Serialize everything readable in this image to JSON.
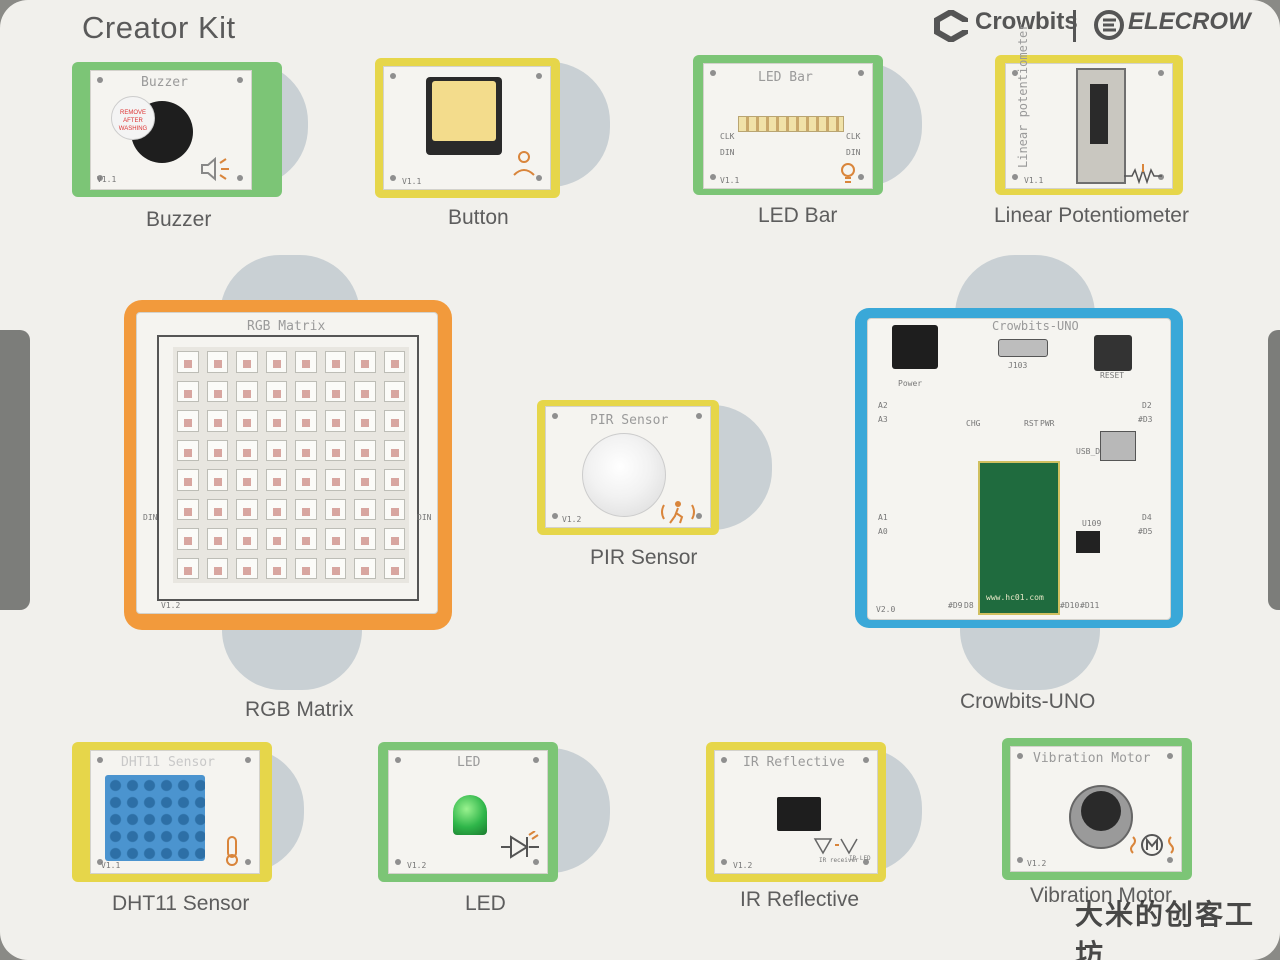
{
  "kit": {
    "title": "Creator Kit",
    "brand_left": "Crowbits",
    "brand_right": "ELECROW"
  },
  "modules": {
    "buzzer": {
      "board_label": "Buzzer",
      "caption": "Buzzer",
      "sticker": "REMOVE AFTER WASHING",
      "version": "V1.1",
      "color": "#7cc576"
    },
    "button": {
      "caption": "Button",
      "version": "V1.1",
      "color": "#e6d64a"
    },
    "led_bar": {
      "board_label": "LED Bar",
      "caption": "LED Bar",
      "pin_clk": "CLK",
      "pin_din": "DIN",
      "version": "V1.1",
      "color": "#7cc576"
    },
    "linear_pot": {
      "board_label": "Linear potentiometer",
      "caption": "Linear Potentiometer",
      "version": "V1.1",
      "color": "#e6d64a"
    },
    "rgb_matrix": {
      "board_label": "RGB Matrix",
      "caption": "RGB Matrix",
      "pin_din": "DIN",
      "version": "V1.2",
      "color": "#f29a3c",
      "rows": 8,
      "cols": 8
    },
    "pir": {
      "board_label": "PIR Sensor",
      "caption": "PIR Sensor",
      "version": "V1.2",
      "color": "#e6d64a"
    },
    "uno": {
      "board_label": "Crowbits-UNO",
      "caption": "Crowbits-UNO",
      "j103": "J103",
      "power": "Power",
      "reset": "RESET",
      "usb_dl": "USB_DL",
      "u109": "U109",
      "module_url": "www.hc01.com",
      "version": "V2.0",
      "color": "#3aa8d8",
      "pins": {
        "a2": "A2",
        "a3": "A3",
        "a1": "A1",
        "a0": "A0",
        "d2": "D2",
        "d3": "#D3",
        "d4": "D4",
        "d5": "#D5",
        "d9": "#D9",
        "d8": "D8",
        "d10": "#D10",
        "d11": "#D11",
        "chg": "CHG",
        "rst": "RST",
        "pwr": "PWR"
      }
    },
    "dht11": {
      "board_label": "DHT11 Sensor",
      "caption": "DHT11 Sensor",
      "version": "V1.1",
      "color": "#e6d64a"
    },
    "led": {
      "board_label": "LED",
      "caption": "LED",
      "version": "V1.2",
      "color": "#7cc576"
    },
    "ir": {
      "board_label": "IR Reflective",
      "caption": "IR Reflective",
      "version": "V1.2",
      "receiver": "IR receiver",
      "ir_led": "IR LED",
      "color": "#e6d64a"
    },
    "vibration": {
      "board_label": "Vibration Motor",
      "caption": "Vibration Motor",
      "version": "V1.2",
      "color": "#7cc576"
    }
  },
  "watermark": "大米的创客工坊"
}
